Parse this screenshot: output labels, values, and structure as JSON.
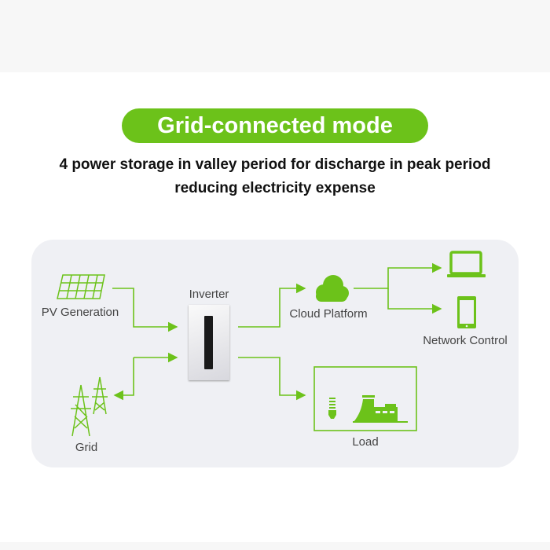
{
  "header": {
    "title": "Grid-connected mode",
    "subtitle_line1": "4  power storage in valley period for discharge in peak period",
    "subtitle_line2": "reducing electricity expense"
  },
  "diagram": {
    "pv": "PV Generation",
    "inverter": "Inverter",
    "grid": "Grid",
    "cloud": "Cloud Platform",
    "network": "Network Control",
    "load": "Load"
  },
  "colors": {
    "accent": "#6cc21a",
    "panel": "#eff0f4"
  }
}
